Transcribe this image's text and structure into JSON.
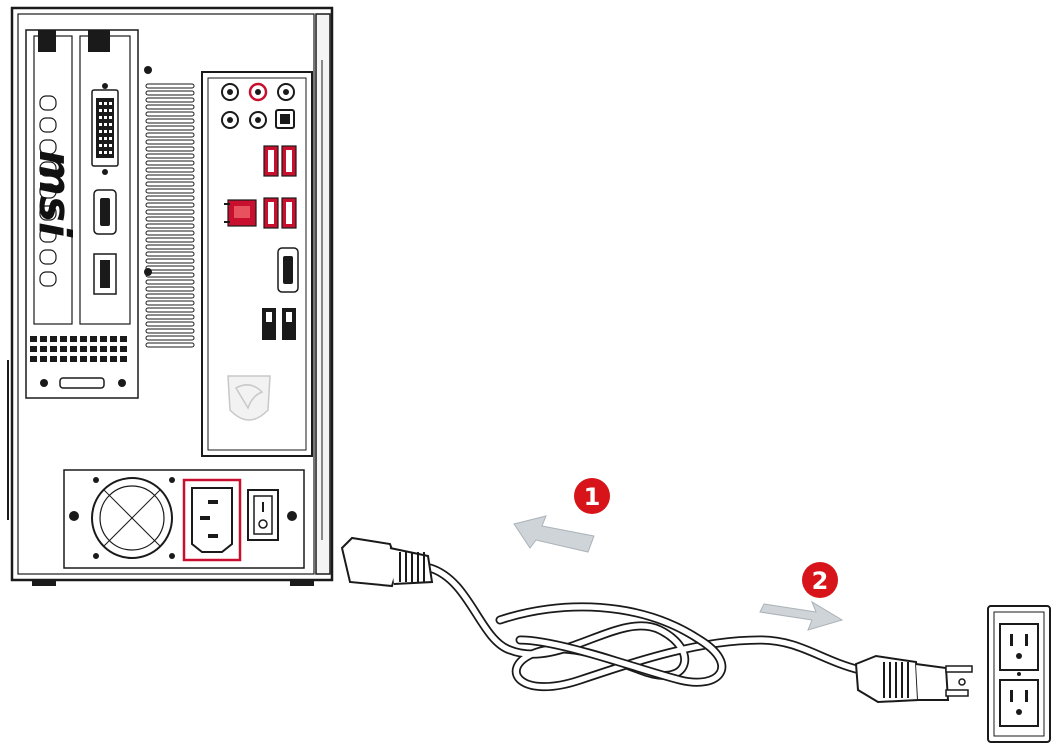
{
  "brand": {
    "name": "msi"
  },
  "steps": [
    {
      "number": "1",
      "action-icon": "arrow-left-icon"
    },
    {
      "number": "2",
      "action-icon": "arrow-right-icon"
    }
  ],
  "colors": {
    "highlight": "#c8102e",
    "step_badge": "#d7141a",
    "outline": "#1a1a1a",
    "arrow_fill": "#cfd4d8",
    "background": "#ffffff"
  },
  "icons": {
    "case": "pc-case-icon",
    "psu_socket": "ac-power-socket-icon",
    "power_switch": "power-switch-icon",
    "plug": "power-plug-icon",
    "wall_outlet": "wall-outlet-icon"
  }
}
